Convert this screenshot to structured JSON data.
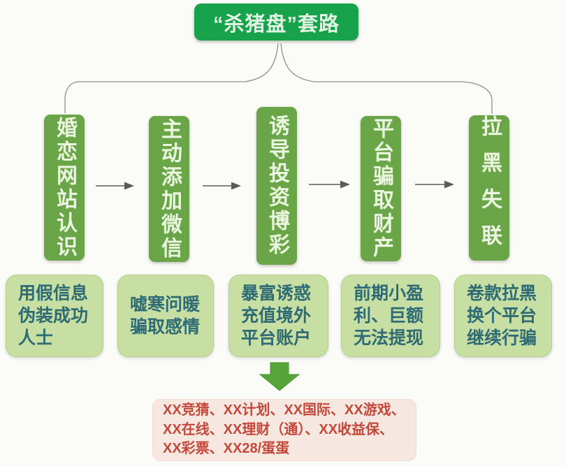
{
  "title": "“杀猪盘”套路",
  "steps": [
    {
      "label": "婚恋网站认识",
      "detail": "用假信息伪装成功人士"
    },
    {
      "label": "主动添加微信",
      "detail": "嘘寒问暖骗取感情"
    },
    {
      "label": "诱导投资博彩",
      "detail": "暴富诱惑充值境外平台账户"
    },
    {
      "label": "平台骗取财产",
      "detail": "前期小盈利、巨额无法提现"
    },
    {
      "label": "拉黑失联",
      "detail": "卷款拉黑换个平台继续行骗"
    }
  ],
  "platforms": {
    "text": "XX竞猜、XX计划、XX国际、XX游戏、XX在线、XX理财（通）、XX收益保、XX彩票、XX28/蛋蛋"
  },
  "icons": [
    {
      "name": "right-arrow-icon",
      "glyph": "→"
    },
    {
      "name": "down-block-arrow-icon",
      "glyph": "⬇"
    }
  ],
  "colors": {
    "title_bg": "#17a24b",
    "title_text": "#def3e2",
    "step_bg": "#6aa647",
    "step_text": "#eaf6df",
    "detail_bg": "#c8dfa3",
    "detail_text": "#2e6b74",
    "platforms_bg": "#f6e8e0",
    "platforms_text": "#c4473a",
    "connector_line": "#8f8f8f",
    "flow_arrow": "#5a5a5a",
    "block_arrow": "#57a43a"
  }
}
